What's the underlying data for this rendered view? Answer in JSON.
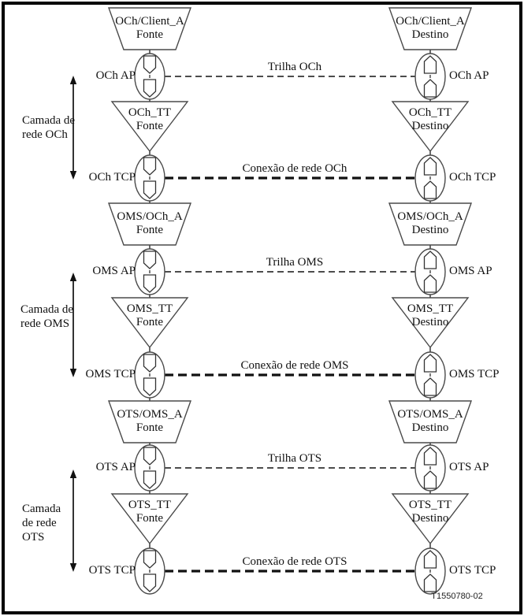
{
  "figure_code": "T1550780-02",
  "colors": {
    "background": "#ffffff",
    "line": "#111111",
    "shape_stroke": "#4a4a4a",
    "frame": "#000000"
  },
  "layers": [
    {
      "id": "och",
      "layer_label_lines": [
        "Camada de",
        "rede OCh"
      ],
      "trail_label": "Trilha OCh",
      "connection_label": "Conexão de rede OCh",
      "ap_label": "OCh AP",
      "tcp_label": "OCh TCP",
      "source": {
        "adaptation_lines": [
          "OCh/Client_A",
          "Fonte"
        ],
        "termination_lines": [
          "OCh_TT",
          "Fonte"
        ]
      },
      "sink": {
        "adaptation_lines": [
          "OCh/Client_A",
          "Destino"
        ],
        "termination_lines": [
          "OCh_TT",
          "Destino"
        ]
      }
    },
    {
      "id": "oms",
      "layer_label_lines": [
        "Camada de",
        "rede OMS"
      ],
      "trail_label": "Trilha OMS",
      "connection_label": "Conexão de rede OMS",
      "ap_label": "OMS AP",
      "tcp_label": "OMS TCP",
      "source": {
        "adaptation_lines": [
          "OMS/OCh_A",
          "Fonte"
        ],
        "termination_lines": [
          "OMS_TT",
          "Fonte"
        ]
      },
      "sink": {
        "adaptation_lines": [
          "OMS/OCh_A",
          "Destino"
        ],
        "termination_lines": [
          "OMS_TT",
          "Destino"
        ]
      }
    },
    {
      "id": "ots",
      "layer_label_lines": [
        "Camada",
        "de rede",
        "OTS"
      ],
      "trail_label": "Trilha OTS",
      "connection_label": "Conexão de rede OTS",
      "ap_label": "OTS AP",
      "tcp_label": "OTS TCP",
      "source": {
        "adaptation_lines": [
          "OTS/OMS_A",
          "Fonte"
        ],
        "termination_lines": [
          "OTS_TT",
          "Fonte"
        ]
      },
      "sink": {
        "adaptation_lines": [
          "OTS/OMS_A",
          "Destino"
        ],
        "termination_lines": [
          "OTS_TT",
          "Destino"
        ]
      }
    }
  ]
}
